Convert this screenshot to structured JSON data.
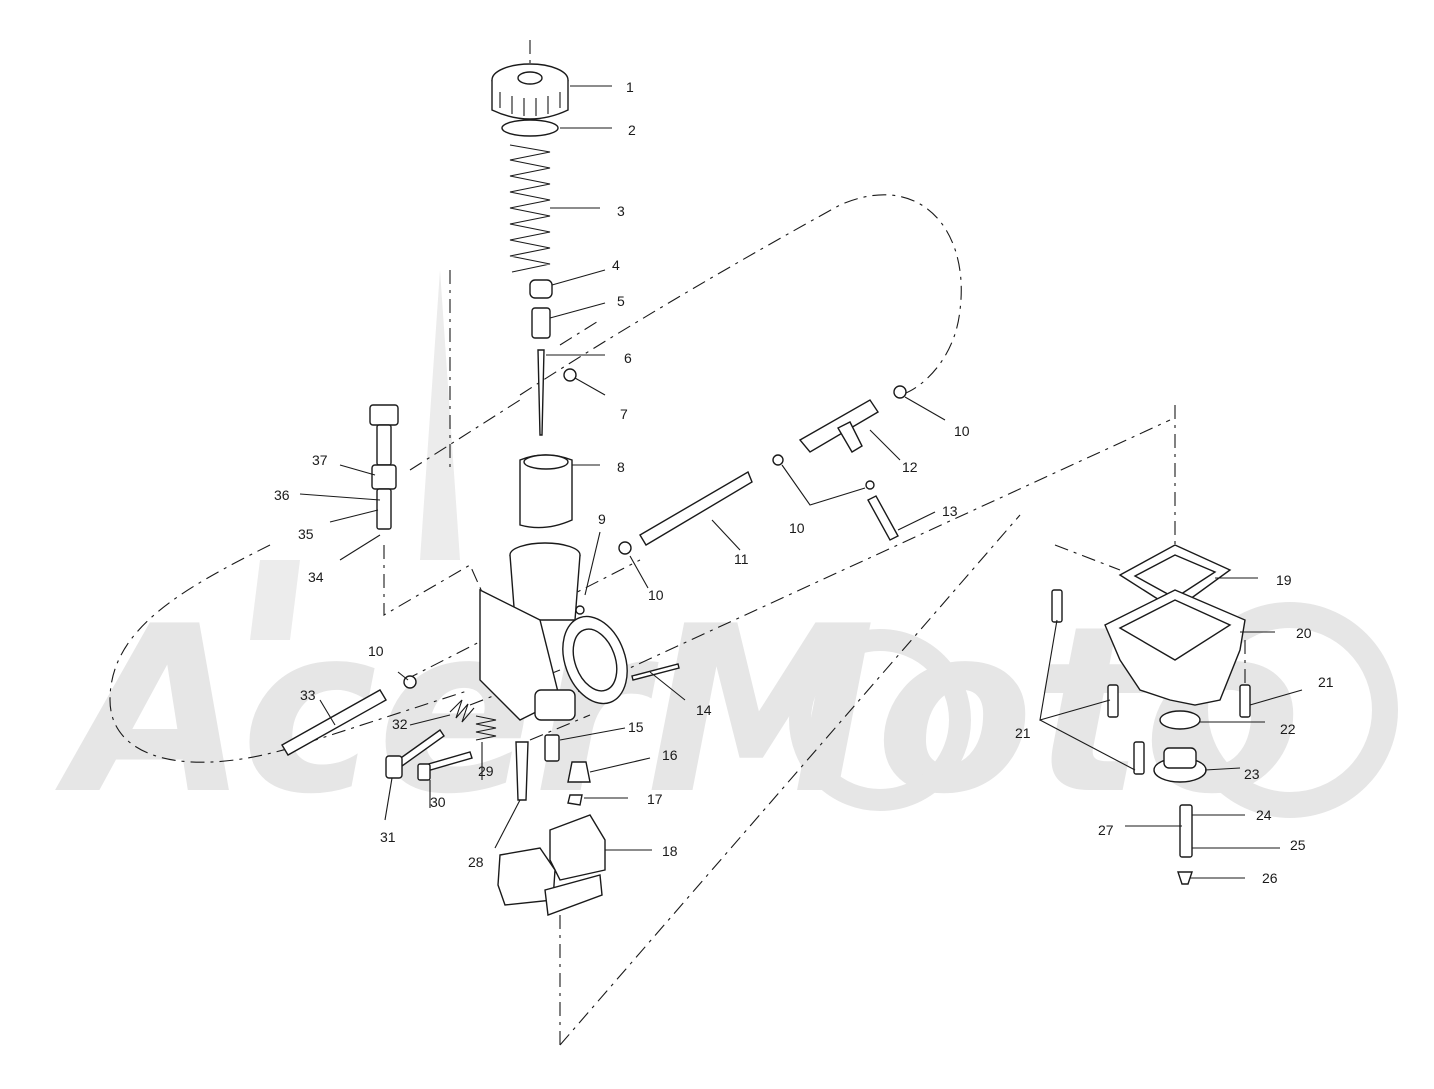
{
  "watermark": {
    "text": "AcerMoto",
    "color": "#e6e6e6"
  },
  "line_color": "#1a1a1a",
  "callouts": {
    "c1": "1",
    "c2": "2",
    "c3": "3",
    "c4": "4",
    "c5": "5",
    "c6": "6",
    "c7": "7",
    "c8": "8",
    "c9": "9",
    "c10a": "10",
    "c10b": "10",
    "c10c": "10",
    "c10d": "10",
    "c11": "11",
    "c12": "12",
    "c13": "13",
    "c14": "14",
    "c15": "15",
    "c16": "16",
    "c17": "17",
    "c18": "18",
    "c19": "19",
    "c20": "20",
    "c21a": "21",
    "c21b": "21",
    "c22": "22",
    "c23": "23",
    "c24": "24",
    "c25": "25",
    "c26": "26",
    "c27": "27",
    "c28": "28",
    "c29": "29",
    "c30": "30",
    "c31": "31",
    "c32": "32",
    "c33": "33",
    "c34": "34",
    "c35": "35",
    "c36": "36",
    "c37": "37"
  }
}
